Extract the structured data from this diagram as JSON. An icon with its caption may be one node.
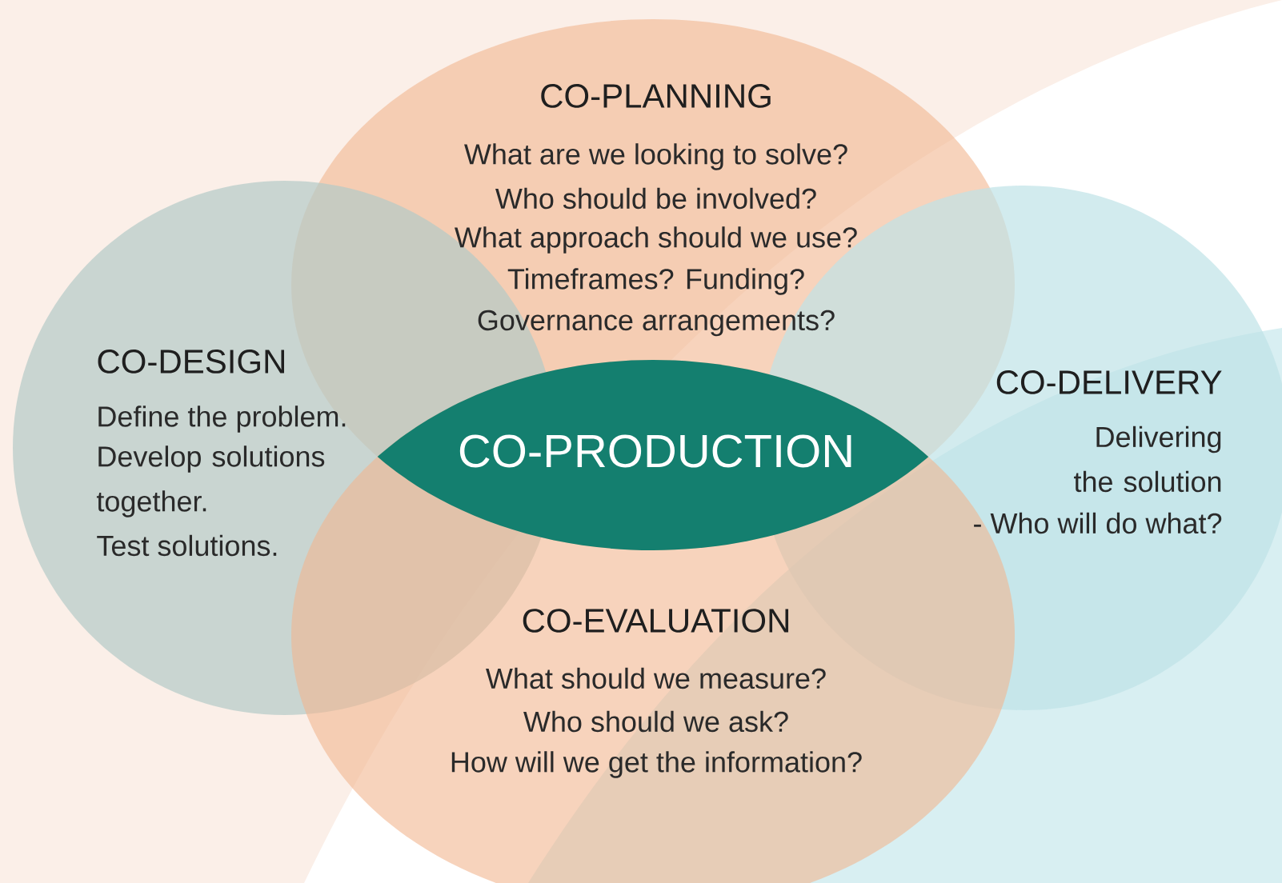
{
  "diagram": {
    "nodes": [
      {
        "text": [
          "CO-PLANNING",
          "What are we looking to solve?",
          "Who should be involved?",
          "What approach should we use?",
          "Timeframes? Funding?",
          "Governance arrangements?"
        ]
      },
      {
        "text": [
          "CO-DESIGN",
          "Define the problem.",
          "Develop solutions together.",
          "Test solutions."
        ]
      },
      {
        "text": [
          "CO-PRODUCTION"
        ]
      },
      {
        "text": [
          "CO-DELIVERY",
          "Delivering the solution",
          "- Who will do what?"
        ]
      },
      {
        "text": [
          "CO-EVALUATION",
          "What should we measure?",
          "Who should we ask?",
          "How will we get the information?"
        ]
      }
    ]
  }
}
